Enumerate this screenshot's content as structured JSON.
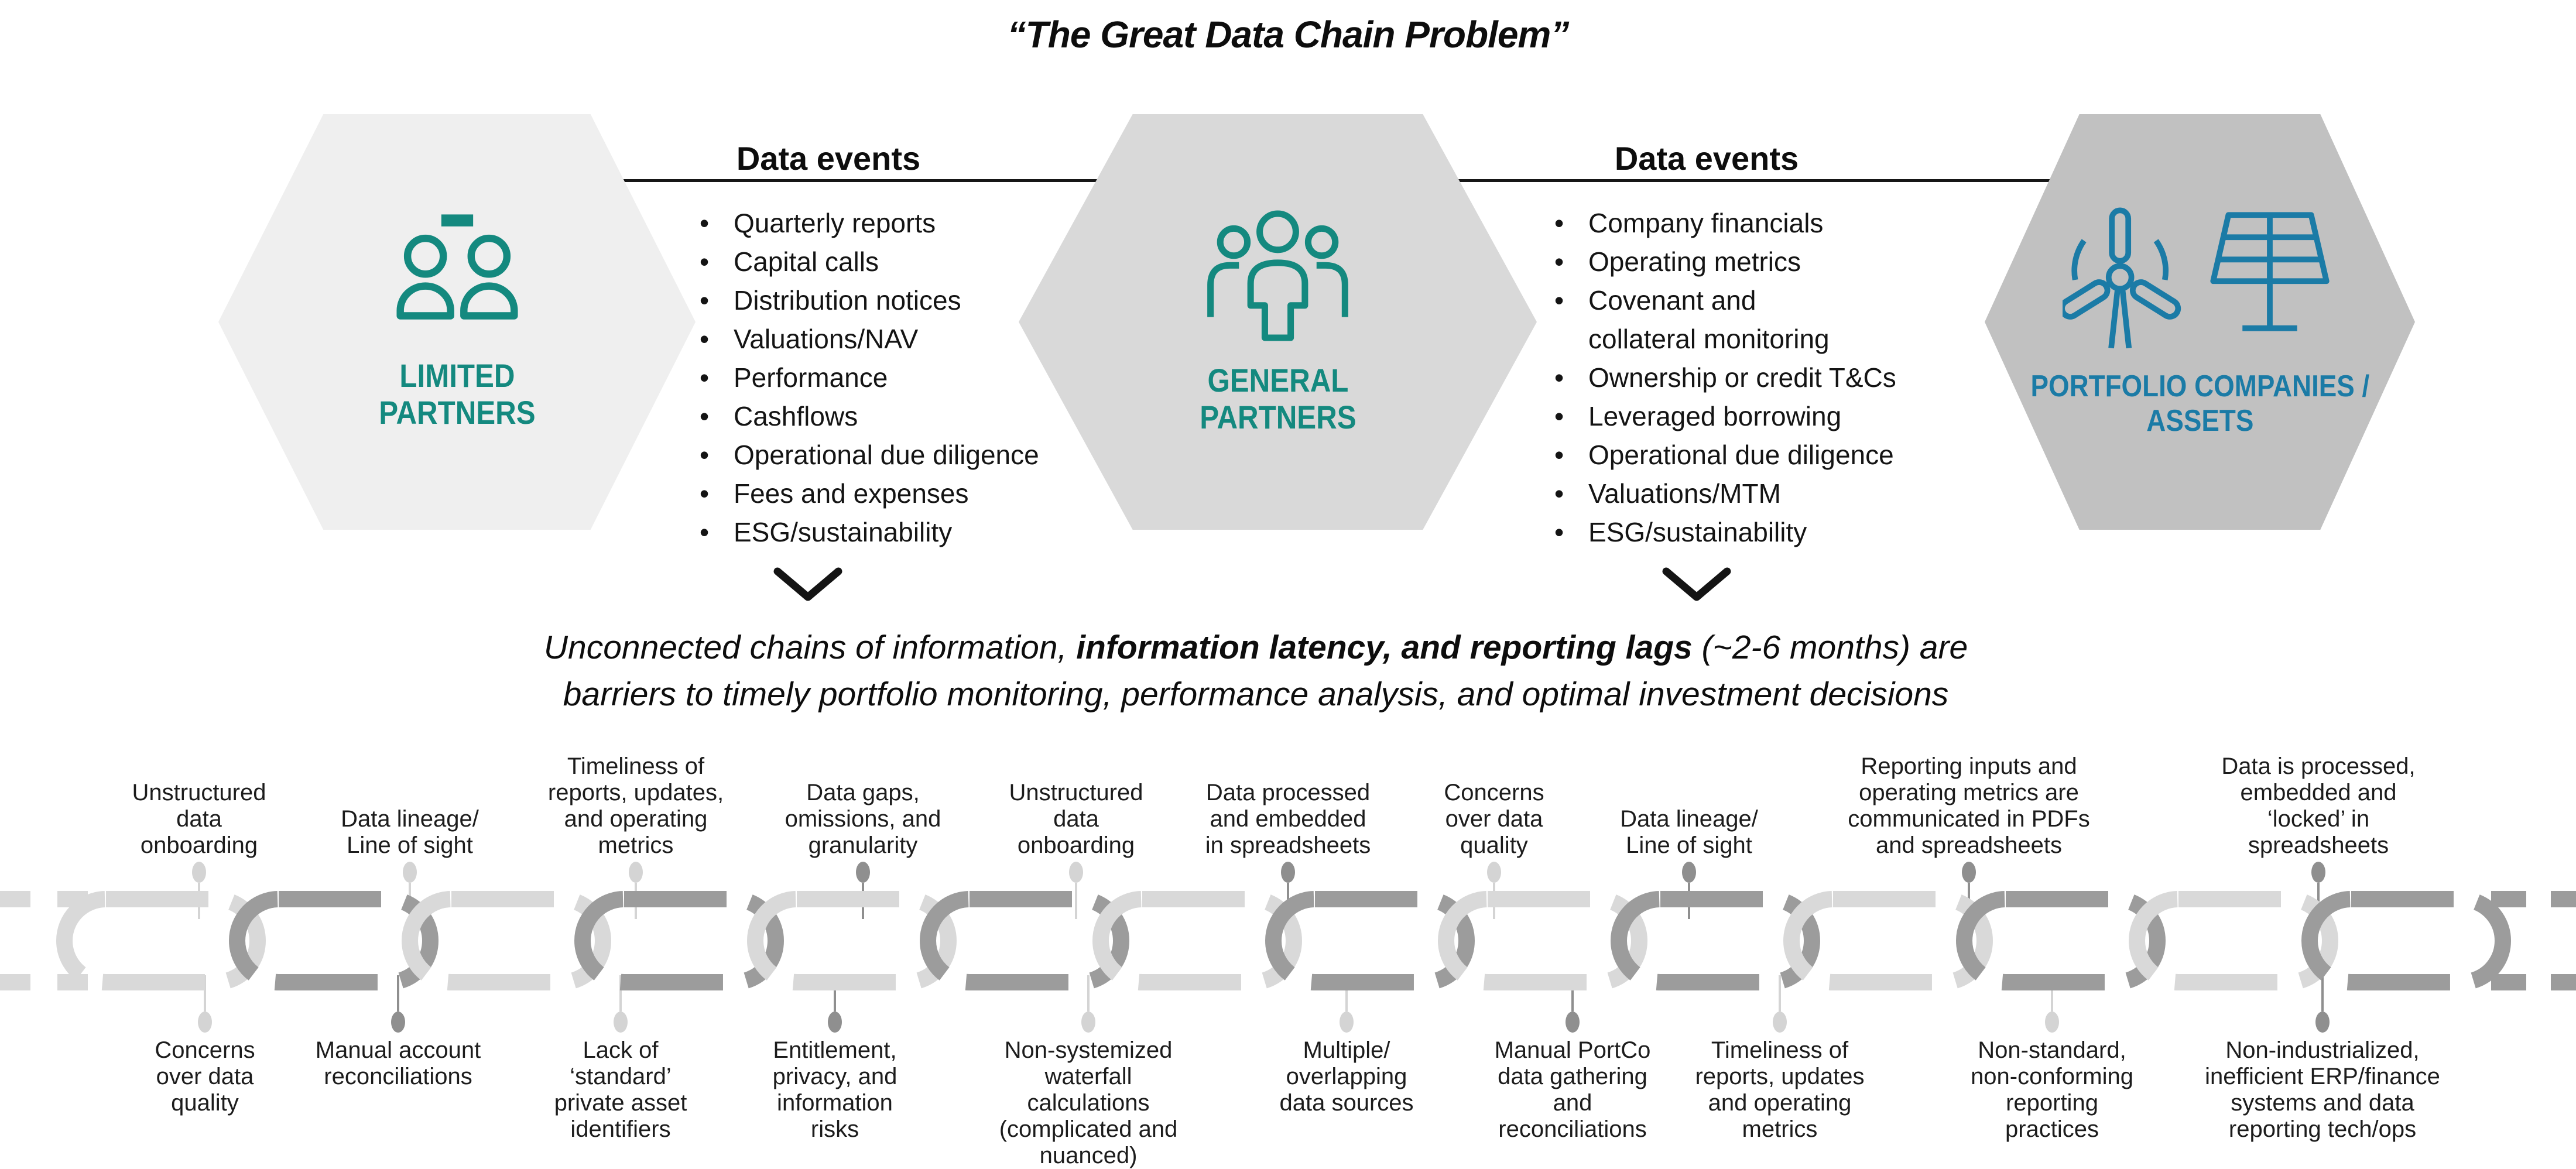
{
  "title": "“The Great Data Chain Problem”",
  "colors": {
    "teal_accent": "#14897f",
    "blue_accent": "#1b7ba6",
    "hexagon_light": "#efefef",
    "hexagon_medium": "#d9d9d9",
    "hexagon_dark": "#c1c1c1",
    "chain_light": "#d9d9d9",
    "chain_dark": "#9c9c9c",
    "pin_light": "#d4d4d4",
    "pin_dark": "#8f8f8f"
  },
  "icons": {
    "limited_partners": "two-people-icon",
    "general_partners": "three-people-icon",
    "portfolio_assets": "wind-turbine-icon + solar-panel-icon",
    "flow_arrows": "chevron-down-icon"
  },
  "hexagons": {
    "limited_partners": {
      "label": "LIMITED\nPARTNERS"
    },
    "general_partners": {
      "label": "GENERAL\nPARTNERS"
    },
    "portfolio_assets": {
      "label": "PORTFOLIO COMPANIES /\nASSETS"
    }
  },
  "data_events_left": {
    "header": "Data events",
    "items": [
      "Quarterly reports",
      "Capital calls",
      "Distribution notices",
      "Valuations/NAV",
      "Performance",
      "Cashflows",
      "Operational due diligence",
      "Fees and expenses",
      "ESG/sustainability"
    ]
  },
  "data_events_right": {
    "header": "Data events",
    "items": [
      "Company financials",
      "Operating metrics",
      "Covenant and\ncollateral monitoring",
      "Ownership or credit T&Cs",
      "Leveraged borrowing",
      "Operational due diligence",
      "Valuations/MTM",
      "ESG/sustainability"
    ]
  },
  "summary": {
    "line1_pre": "Unconnected chains of information, ",
    "line1_bold": "information latency, and reporting lags",
    "line1_post": " (~2-6 months) are",
    "line2": "barriers to timely portfolio monitoring, performance analysis, and optimal investment decisions"
  },
  "chain": {
    "top_labels": [
      {
        "text": "Unstructured\ndata\nonboarding",
        "pin": "light"
      },
      {
        "text": "Data lineage/\nLine of sight",
        "pin": "light"
      },
      {
        "text": "Timeliness of\nreports, updates,\nand operating\nmetrics",
        "pin": "light"
      },
      {
        "text": "Data gaps,\nomissions, and\ngranularity",
        "pin": "dark"
      },
      {
        "text": "Unstructured\ndata\nonboarding",
        "pin": "light"
      },
      {
        "text": "Data processed\nand embedded\nin spreadsheets",
        "pin": "dark"
      },
      {
        "text": "Concerns\nover data\nquality",
        "pin": "light"
      },
      {
        "text": "Data lineage/\nLine of sight",
        "pin": "dark"
      },
      {
        "text": "Reporting inputs and\noperating metrics are\ncommunicated in PDFs\nand spreadsheets",
        "pin": "dark"
      },
      {
        "text": "Data is processed,\nembedded and\n‘locked’ in\nspreadsheets",
        "pin": "dark"
      }
    ],
    "bottom_labels": [
      {
        "text": "Concerns\nover data\nquality",
        "pin": "light"
      },
      {
        "text": "Manual account\nreconciliations",
        "pin": "dark"
      },
      {
        "text": "Lack of\n‘standard’\nprivate asset\nidentifiers",
        "pin": "light"
      },
      {
        "text": "Entitlement,\nprivacy, and\ninformation\nrisks",
        "pin": "dark"
      },
      {
        "text": "Non-systemized\nwaterfall\ncalculations\n(complicated and\nnuanced)",
        "pin": "light"
      },
      {
        "text": "Multiple/\noverlapping\ndata sources",
        "pin": "light"
      },
      {
        "text": "Manual PortCo\ndata gathering\nand\nreconciliations",
        "pin": "dark"
      },
      {
        "text": "Timeliness of\nreports, updates\nand operating\nmetrics",
        "pin": "light"
      },
      {
        "text": "Non-standard,\nnon-conforming\nreporting\npractices",
        "pin": "light"
      },
      {
        "text": "Non-industrialized,\ninefficient ERP/finance\nsystems and data\nreporting tech/ops",
        "pin": "dark"
      }
    ]
  }
}
